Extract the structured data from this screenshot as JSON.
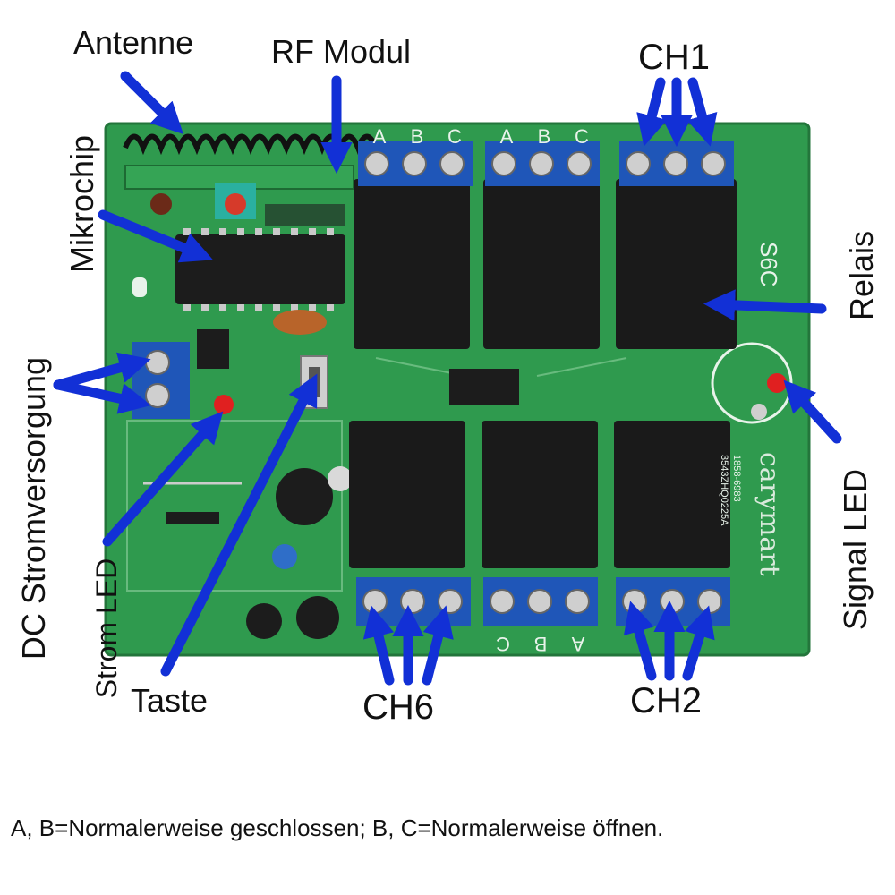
{
  "labels": {
    "antenne": "Antenne",
    "rf_modul": "RF Modul",
    "ch1": "CH1",
    "mikrochip": "Mikrochip",
    "relais": "Relais",
    "dc_stromversorgung": "DC Stromversorgung",
    "strom_led": "Strom LED",
    "taste": "Taste",
    "ch6": "CH6",
    "ch2": "CH2",
    "signal_led": "Signal LED"
  },
  "board": {
    "model": "S6C",
    "brand": "carymart",
    "part_no_1": "1858-6983",
    "part_no_2": "3543ZHQ0225A",
    "terminal_letters_top": [
      "A",
      "B",
      "C"
    ],
    "terminal_letters_bottom": [
      "C",
      "B",
      "A"
    ]
  },
  "footer": "A, B=Normalerweise geschlossen; B, C=Normalerweise öffnen.",
  "colors": {
    "pcb": "#2f9a4e",
    "terminal": "#1f56b8",
    "relay": "#1a1a1a",
    "arrow": "#1230d6",
    "led": "#e02020"
  }
}
